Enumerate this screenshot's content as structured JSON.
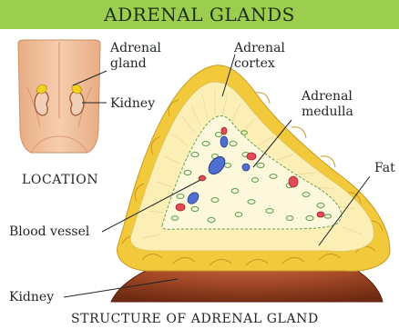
{
  "header": {
    "title": "ADRENAL GLANDS"
  },
  "location_inset": {
    "caption": "LOCATION",
    "labels": {
      "adrenal_gland": "Adrenal\ngland",
      "kidney": "Kidney"
    }
  },
  "structure": {
    "caption": "STRUCTURE OF ADRENAL GLAND",
    "labels": {
      "adrenal_cortex": "Adrenal\ncortex",
      "adrenal_medulla": "Adrenal\nmedulla",
      "fat": "Fat",
      "blood_vessel": "Blood vessel",
      "kidney": "Kidney"
    }
  },
  "colors": {
    "banner": "#9bcd4f",
    "fat": "#f3c93c",
    "cortex": "#fbefb6",
    "medulla_cells": "#5fa352",
    "vessel_red": "#e24b53",
    "vessel_blue": "#4f6fd0",
    "kidney": "#8a3a1f",
    "skin": "#f0bf9b"
  }
}
